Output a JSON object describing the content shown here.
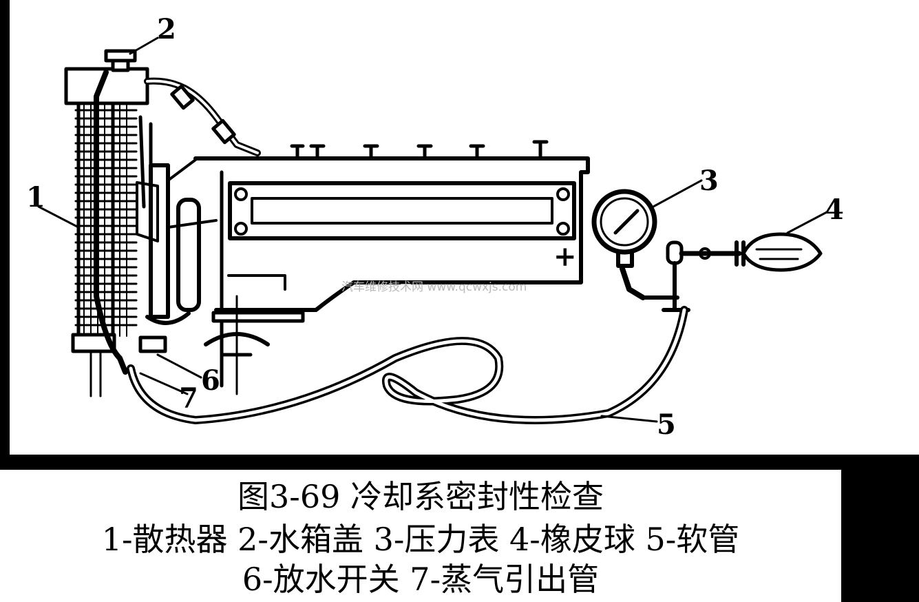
{
  "diagram": {
    "callouts": [
      "1",
      "2",
      "3",
      "4",
      "5",
      "6",
      "7"
    ],
    "gauge_mark": "+",
    "watermark": "汽车维修技术网 www.qcwxjs.com"
  },
  "caption": {
    "title": "图3-69  冷却系密封性检查",
    "legend_line_1": "1-散热器  2-水箱盖  3-压力表  4-橡皮球  5-软管",
    "legend_line_2": "6-放水开关  7-蒸气引出管"
  },
  "colors": {
    "background": "#000000",
    "panel": "#ffffff",
    "ink": "#000000",
    "watermark": "#b9b9b9"
  }
}
